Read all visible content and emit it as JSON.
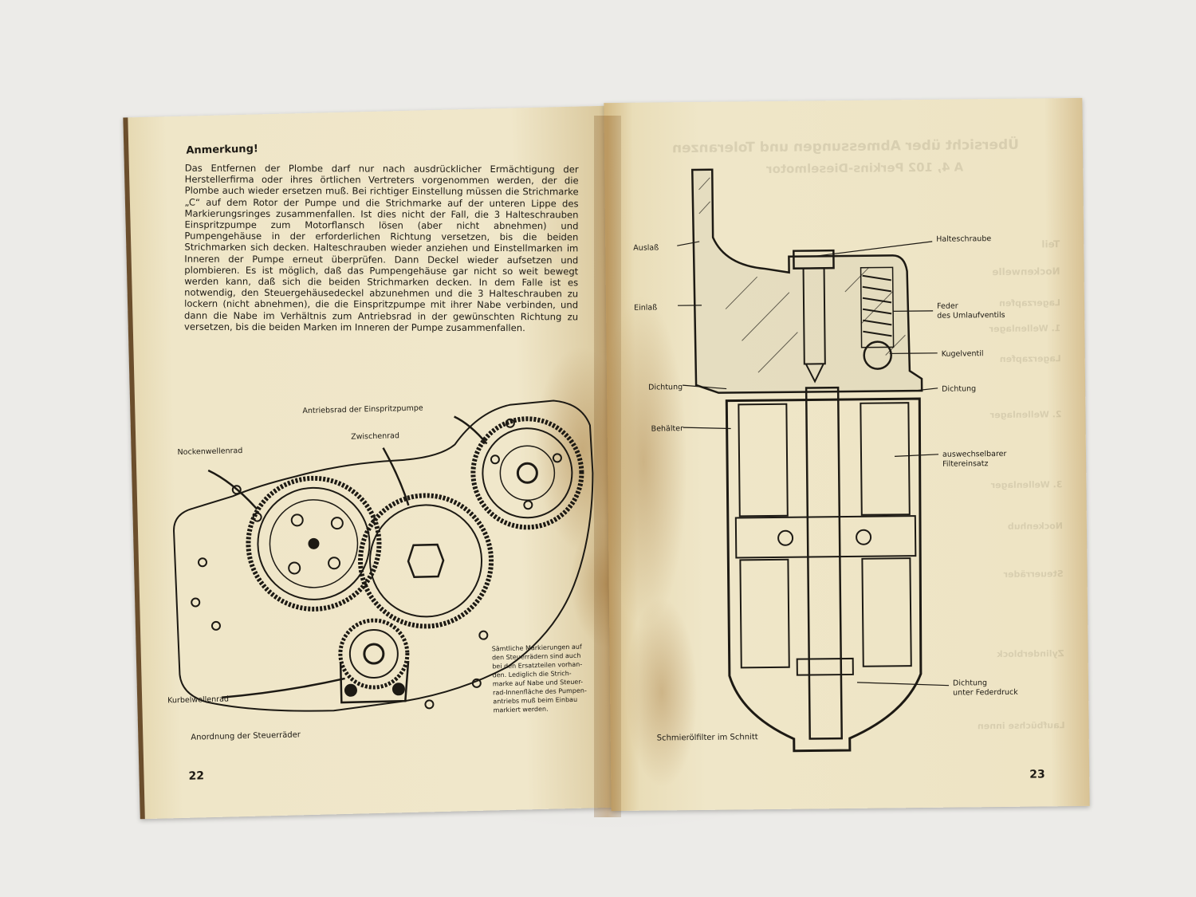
{
  "left_page": {
    "heading": "Anmerkung!",
    "body": "Das Entfernen der Plombe darf nur nach ausdrücklicher Ermächtigung der Herstellerfirma oder ihres örtlichen Vertreters vorgenommen werden, der die Plombe auch wieder ersetzen muß. Bei richtiger Einstellung müssen die Strichmarke „C“ auf dem Rotor der Pumpe und die Strichmarke auf der unteren Lippe des Markierungsringes zusammenfallen. Ist dies nicht der Fall, die 3 Halteschrauben Einspritzpumpe zum Motorflansch lösen (aber nicht abnehmen) und Pumpengehäuse in der erforderlichen Richtung versetzen, bis die beiden Strichmarken sich decken. Halteschrauben wieder anziehen und Einstellmarken im Inneren der Pumpe erneut überprüfen. Dann Deckel wieder aufsetzen und plombieren. Es ist möglich, daß das Pumpengehäuse gar nicht so weit bewegt werden kann, daß sich die beiden Strichmarken decken. In dem Falle ist es notwendig, den Steuergehäusedeckel abzunehmen und die 3 Halteschrauben zu lockern (nicht abnehmen), die die Einspritzpumpe mit ihrer Nabe verbinden, und dann die Nabe im Verhältnis zum Antriebsrad in der gewünschten Richtung zu versetzen, bis die beiden Marken im Inneren der Pumpe zusammenfallen.",
    "labels": {
      "antriebsrad": "Antriebsrad der Einspritzpumpe",
      "zwischenrad": "Zwischenrad",
      "nockenwellenrad": "Nockenwellenrad",
      "kurbelwellenrad": "Kurbelwellenrad"
    },
    "note_lines": [
      "Sämtliche Markierungen auf",
      "den Steuerrädern sind auch",
      "bei den Ersatzteilen vorhan-",
      "den. Lediglich die Strich-",
      "marke auf Nabe und Steuer-",
      "rad-Innenfläche des Pumpen-",
      "antriebs muß beim Einbau",
      "markiert werden."
    ],
    "caption": "Anordnung der Steuerräder",
    "page_number": "22"
  },
  "right_page": {
    "labels": {
      "auslass": "Auslaß",
      "einlass": "Einlaß",
      "dichtung_left": "Dichtung",
      "behaelter": "Behälter",
      "halteschraube": "Halteschraube",
      "feder_1": "Feder",
      "feder_2": "des Umlaufventils",
      "kugelventil": "Kugelventil",
      "dichtung_right": "Dichtung",
      "filter_1": "auswechselbarer",
      "filter_2": "Filtereinsatz",
      "dichtung_feder_1": "Dichtung",
      "dichtung_feder_2": "unter Federdruck"
    },
    "caption": "Schmierölfilter im Schnitt",
    "page_number": "23",
    "show_through": {
      "title": "Übersicht über Abmessungen und Toleranzen",
      "subtitle": "A 4, 102 Perkins-Dieselmotor",
      "words": [
        "Teil",
        "Nockenwelle",
        "Lagerzapfen",
        "1. Wellenlager",
        "Lagerzapfen",
        "2. Wellenlager",
        "3. Wellenlager",
        "Nockenhub",
        "Steuerräder",
        "Zylinderblock",
        "Laufbüchse innen"
      ]
    }
  }
}
